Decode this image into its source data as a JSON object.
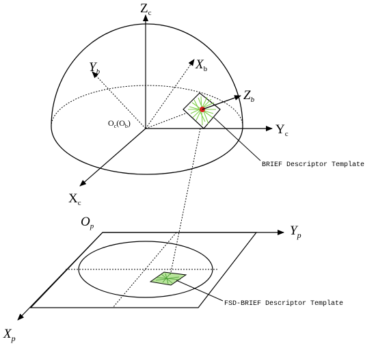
{
  "axes": {
    "zc": {
      "main": "Z",
      "sub": "c"
    },
    "yb": {
      "main": "Y",
      "sub": "b"
    },
    "xb": {
      "main": "X",
      "sub": "b"
    },
    "zb": {
      "main": "Z",
      "sub": "b"
    },
    "yc": {
      "main": "Y",
      "sub": "c"
    },
    "xc": {
      "main": "X",
      "sub": "c"
    },
    "op": {
      "main": "O",
      "sub": "p"
    },
    "yp": {
      "main": "Y",
      "sub": "p"
    },
    "xp": {
      "main": "X",
      "sub": "p"
    }
  },
  "origin": {
    "o1": "O",
    "s1": "c",
    "mid": "(O",
    "s2": "b",
    "end": ")"
  },
  "callouts": {
    "brief": "BRIEF Descriptor Template",
    "fsd": "FSD-BRIEF Descriptor Template"
  },
  "colors": {
    "ink": "#000000",
    "template_green": "#7fcf4a",
    "feature_red": "#d81f1f"
  }
}
